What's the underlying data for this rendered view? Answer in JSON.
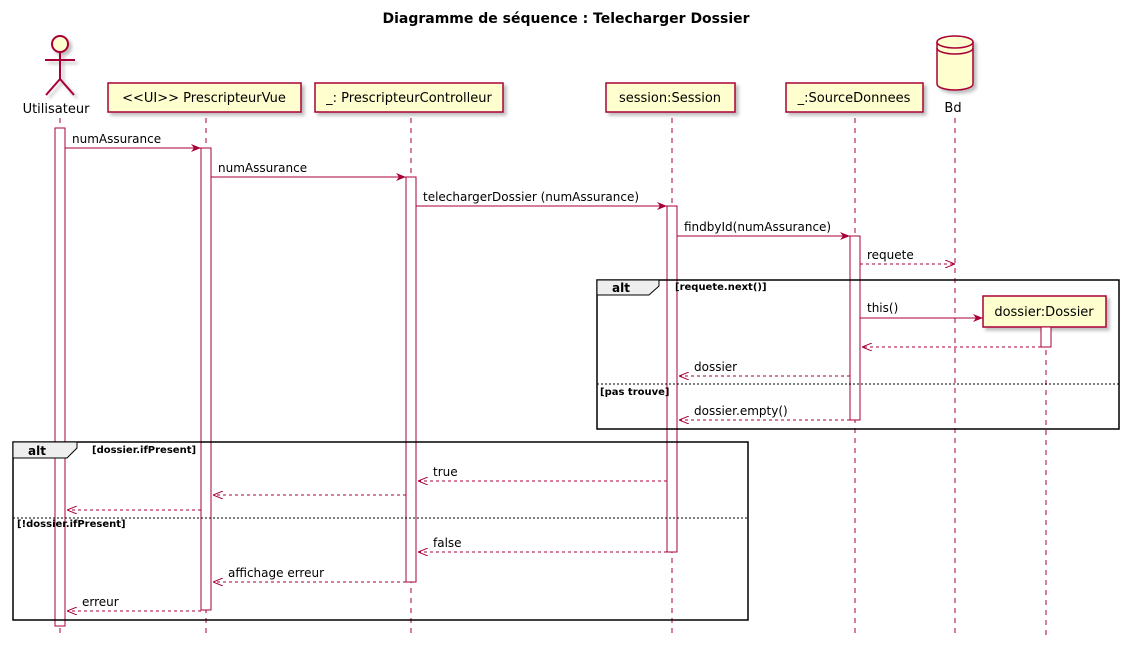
{
  "title": "Diagramme de séquence : Telecharger Dossier",
  "participants": {
    "utilisateur": "Utilisateur",
    "vue": "<<UI>> PrescripteurVue",
    "controlleur": "_: PrescripteurControlleur",
    "session": "session:Session",
    "source": "_:SourceDonnees",
    "bd": "Bd",
    "dossier": "dossier:Dossier"
  },
  "messages": {
    "m1": "numAssurance",
    "m2": "numAssurance",
    "m3": "telechargerDossier (numAssurance)",
    "m4": "findbyId(numAssurance)",
    "m5": "requete",
    "m6": "this()",
    "m8": "dossier",
    "m9": "dossier.empty()",
    "m10": "true",
    "m13": "false",
    "m14": "affichage erreur",
    "m15": "erreur"
  },
  "frames": {
    "alt1": {
      "label": "alt",
      "guard1": "[requete.next()]",
      "guard2": "[pas trouve]"
    },
    "alt2": {
      "label": "alt",
      "guard1": "[dossier.ifPresent]",
      "guard2": "[!dossier.ifPresent]"
    }
  },
  "colors": {
    "line": "#A80036",
    "box_fill": "#FEFECE",
    "frame_tab": "#EEEEEE"
  }
}
